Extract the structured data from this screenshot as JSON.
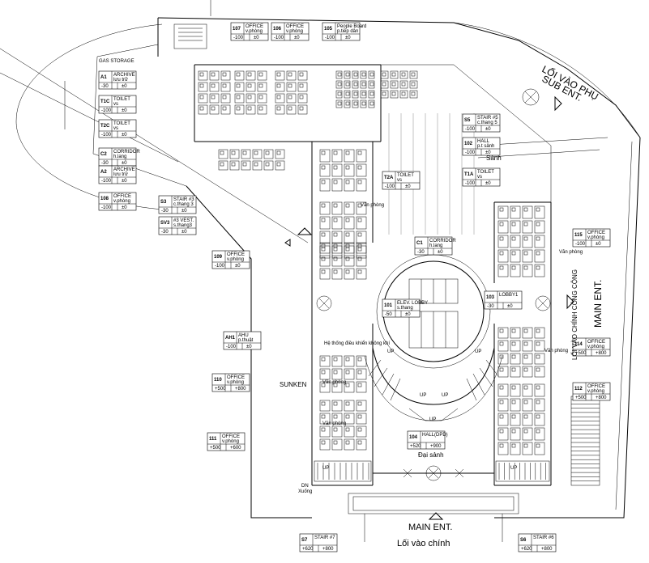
{
  "rooms": {
    "r107": {
      "code": "107",
      "name": "OFFICE",
      "sub": "v.phòng",
      "lvl1": "-100",
      "lvl2": "±0"
    },
    "r106": {
      "code": "106",
      "name": "OFFICE",
      "sub": "v.phòng",
      "lvl1": "-100",
      "lvl2": "±0"
    },
    "r105": {
      "code": "105",
      "name": "People Board",
      "sub": "p.tiếp dân",
      "lvl1": "-100",
      "lvl2": "±0"
    },
    "a1": {
      "code": "A1",
      "name": "ARCHIVE",
      "sub": "lưu trữ",
      "lvl1": "-30",
      "lvl2": "±0"
    },
    "t1c": {
      "code": "T1C",
      "name": "TOILET",
      "sub": "vs",
      "lvl1": "-100",
      "lvl2": "±0"
    },
    "t2c": {
      "code": "T2C",
      "name": "TOILET",
      "sub": "vs",
      "lvl1": "-100",
      "lvl2": "±0"
    },
    "c2": {
      "code": "C2",
      "name": "CORRIDOR",
      "sub": "h.lang",
      "lvl1": "-30",
      "lvl2": "±0"
    },
    "a2": {
      "code": "A2",
      "name": "ARCHIVE",
      "sub": "lưu trữ",
      "lvl1": "-100",
      "lvl2": "±0"
    },
    "r108": {
      "code": "108",
      "name": "OFFICE",
      "sub": "v.phòng",
      "lvl1": "-100",
      "lvl2": "±0"
    },
    "s3": {
      "code": "S3",
      "name": "STAIR #3",
      "sub": "c.thang 3",
      "lvl1": "-30",
      "lvl2": "±0"
    },
    "sv3": {
      "code": "SV3",
      "name": "#3 VEST.",
      "sub": "s.thang3",
      "lvl1": "-30",
      "lvl2": "±0"
    },
    "r109": {
      "code": "109",
      "name": "OFFICE",
      "sub": "v.phòng",
      "lvl1": "-100",
      "lvl2": "±0"
    },
    "ah1": {
      "code": "AH1",
      "name": "AHU",
      "sub": "p.thuật",
      "lvl1": "-100",
      "lvl2": "±0"
    },
    "r110": {
      "code": "110",
      "name": "OFFICE",
      "sub": "v.phòng",
      "lvl1": "+500",
      "lvl2": "+800"
    },
    "r111": {
      "code": "111",
      "name": "OFFICE",
      "sub": "v.phòng",
      "lvl1": "+500",
      "lvl2": "+600"
    },
    "s5": {
      "code": "S5",
      "name": "STAIR #5",
      "sub": "c.thang 5",
      "lvl1": "-100",
      "lvl2": "±0"
    },
    "r102": {
      "code": "102",
      "name": "HALL",
      "sub": "p.t sảnh",
      "lvl1": "-100",
      "lvl2": "±0"
    },
    "t1a": {
      "code": "T1A",
      "name": "TOILET",
      "sub": "vs",
      "lvl1": "-100",
      "lvl2": "±0"
    },
    "t2a": {
      "code": "T2A",
      "name": "TOILET",
      "sub": "vs",
      "lvl1": "-100",
      "lvl2": "±0"
    },
    "c1": {
      "code": "C1",
      "name": "CORRIDOR",
      "sub": "h.lang",
      "lvl1": "-30",
      "lvl2": "±0"
    },
    "r101": {
      "code": "101",
      "name": "ELEV. LOBBY",
      "sub": "s.thang",
      "lvl1": "-50",
      "lvl2": "±0"
    },
    "r103": {
      "code": "103",
      "name": "LOBBY1",
      "sub": "",
      "lvl1": "-30",
      "lvl2": "±0"
    },
    "r115": {
      "code": "115",
      "name": "OFFICE",
      "sub": "v.phòng",
      "lvl1": "-100",
      "lvl2": "±0"
    },
    "r114": {
      "code": "114",
      "name": "OFFICE",
      "sub": "v.phòng",
      "lvl1": "+500",
      "lvl2": "+800"
    },
    "r112": {
      "code": "112",
      "name": "OFFICE",
      "sub": "v.phòng",
      "lvl1": "+500",
      "lvl2": "+800"
    },
    "r104": {
      "code": "104",
      "name": "HALL(DPD)",
      "sub": "",
      "lvl1": "+520",
      "lvl2": "+900"
    },
    "s7": {
      "code": "S7",
      "name": "STAIR #7",
      "sub": "",
      "lvl1": "+620",
      "lvl2": "+800"
    },
    "s6": {
      "code": "S6",
      "name": "STAIR #6",
      "sub": "",
      "lvl1": "+620",
      "lvl2": "+800"
    }
  },
  "labels": {
    "gas_storage": "GAS STORAGE",
    "sub_ent": "SUB ENT.",
    "loi_vao_phu": "LỐI VÀO PHỤ",
    "sanh": "Sảnh",
    "main_ent_right": "MAIN ENT.",
    "loi_vao_cong_cong": "LỐI VÀO CHÍNH CÔNG CỘNG",
    "main_ent_bottom": "MAIN ENT.",
    "loi_vao_chinh": "Lối vào chính",
    "dai_sanh": "Đại sảnh",
    "sunken": "SUNKEN",
    "dn": "DN",
    "xuong": "Xuống",
    "van_phong": "Văn phòng",
    "hvac_note": "Hệ thống điều khiển không khí",
    "up": "UP"
  }
}
